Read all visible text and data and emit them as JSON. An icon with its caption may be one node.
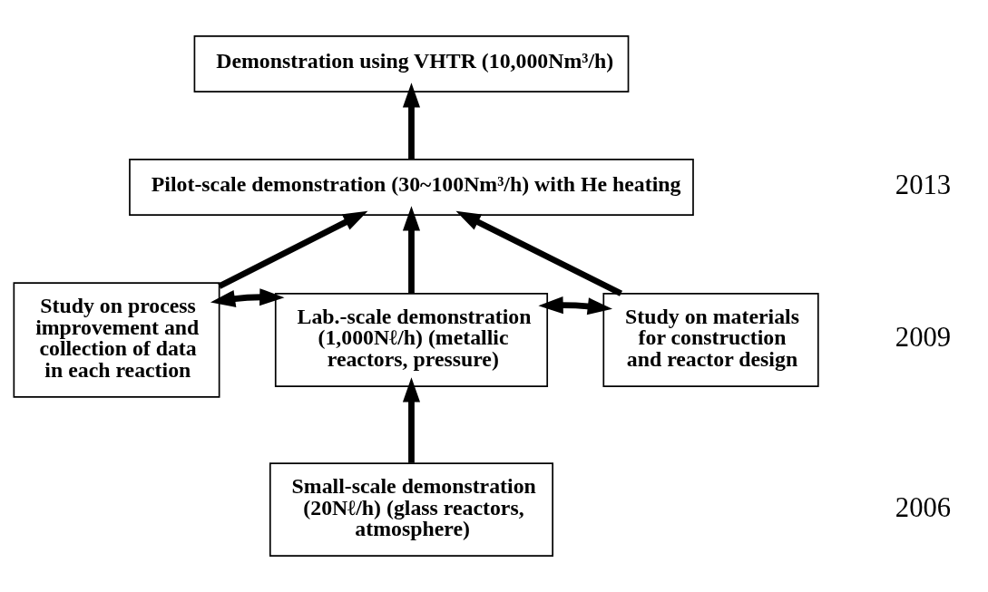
{
  "diagram": {
    "nodes": [
      {
        "text": [
          "Demonstration using VHTR (10,000Nm³/h)"
        ]
      },
      {
        "text": [
          "Pilot-scale demonstration (30~100Nm³/h) with He heating"
        ]
      },
      {
        "text": [
          "Study on process improvement and collection of data in each reaction"
        ]
      },
      {
        "text": [
          "Lab.-scale demonstration (1,000Nℓ/h) (metallic reactors, pressure)"
        ]
      },
      {
        "text": [
          "Study on materials for construction and reactor design"
        ]
      },
      {
        "text": [
          "Small-scale demonstration (20Nℓ/h) (glass reactors, atmosphere)"
        ]
      }
    ],
    "edges": [
      {
        "from": 1,
        "to": 0,
        "arrow": "to"
      },
      {
        "from": 2,
        "to": 1,
        "arrow": "to"
      },
      {
        "from": 3,
        "to": 1,
        "arrow": "to"
      },
      {
        "from": 4,
        "to": 1,
        "arrow": "to"
      },
      {
        "from": 2,
        "to": 3,
        "arrow": "both"
      },
      {
        "from": 3,
        "to": 4,
        "arrow": "both"
      },
      {
        "from": 5,
        "to": 3,
        "arrow": "to"
      }
    ],
    "labels": [
      "2013",
      "2009",
      "2006"
    ]
  }
}
